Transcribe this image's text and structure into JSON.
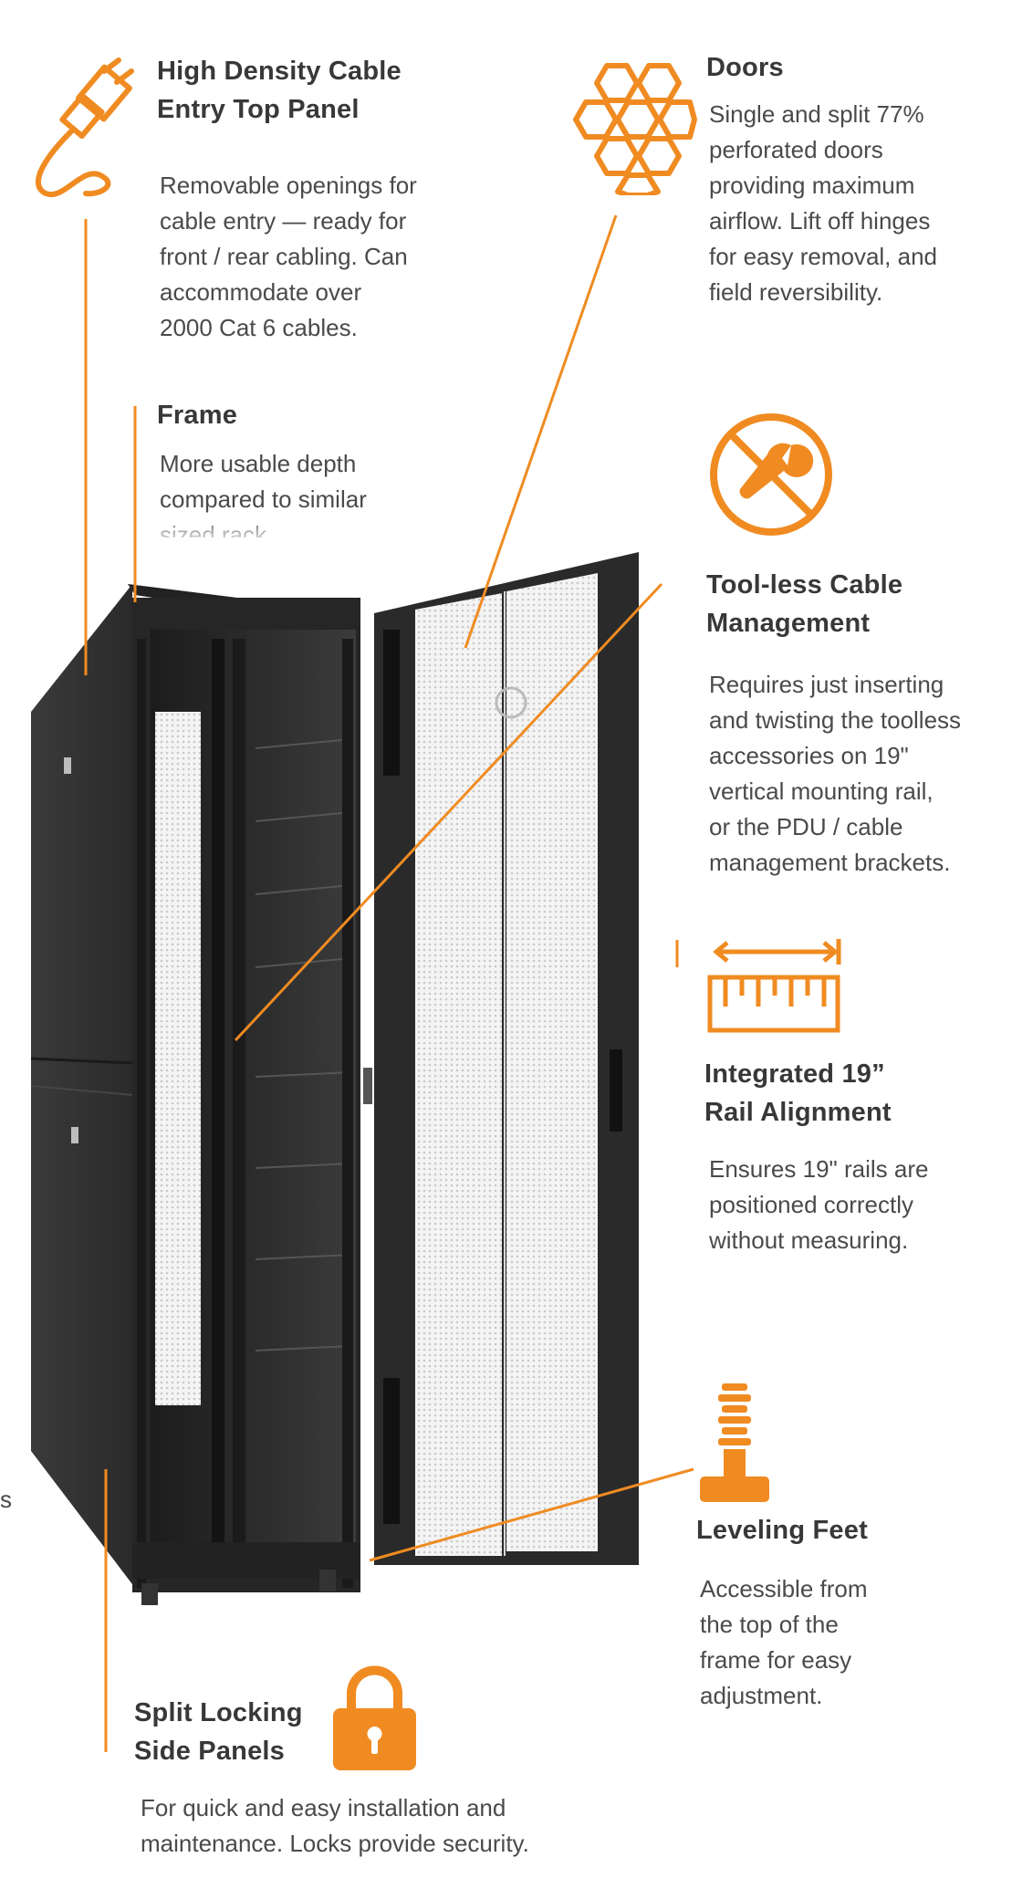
{
  "colors": {
    "accent": "#f08b22",
    "heading": "#383838",
    "body_text": "#4a4a4a",
    "cabinet": "#2b2b2b"
  },
  "features": {
    "cable_entry": {
      "icon": "cable-plug-icon",
      "title": "High Density Cable\nEntry Top Panel",
      "text": "Removable openings for\ncable entry — ready for\nfront / rear cabling. Can\naccommodate over\n2000 Cat 6 cables."
    },
    "doors": {
      "icon": "honeycomb-icon",
      "title": "Doors",
      "text": "Single and split 77%\nperforated doors\nproviding maximum\nairflow. Lift off hinges\nfor easy removal, and\nfield reversibility."
    },
    "frame": {
      "title": "Frame",
      "text": "More usable depth\ncompared to similar\nsized rack"
    },
    "toolless": {
      "icon": "no-tools-icon",
      "title": "Tool-less Cable\nManagement",
      "text": "Requires just inserting\nand twisting the toolless\naccessories on 19\"\nvertical mounting rail,\nor the PDU / cable\nmanagement brackets."
    },
    "rail": {
      "icon": "ruler-icon",
      "title": "Integrated 19”\nRail Alignment",
      "text": "Ensures 19\" rails are\npositioned correctly\nwithout measuring."
    },
    "feet": {
      "icon": "leveling-foot-icon",
      "title": "Leveling Feet",
      "text": "Accessible from\nthe top of the\nframe for easy\nadjustment."
    },
    "side_panels": {
      "icon": "padlock-icon",
      "title": "Split Locking\nSide Panels",
      "text": "For quick and easy installation and\nmaintenance. Locks provide security."
    }
  },
  "edge_fragment": "s"
}
